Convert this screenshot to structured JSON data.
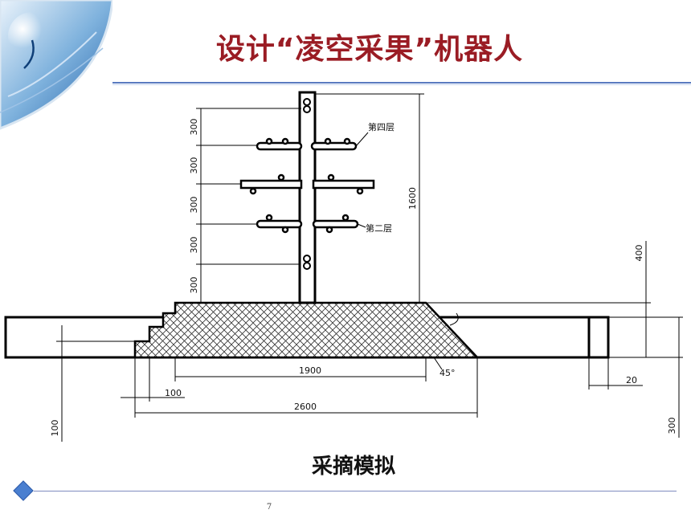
{
  "slide": {
    "title": "设计“凌空采果”机器人",
    "caption": "采摘模拟",
    "page_number": "7"
  },
  "drawing": {
    "layer_labels": {
      "fourth": "第四层",
      "second": "第二层"
    },
    "dimensions": {
      "spacing_1": "300",
      "spacing_2": "300",
      "spacing_3": "300",
      "spacing_4": "300",
      "spacing_5": "300",
      "pole_height": "1600",
      "right_height": "400",
      "base_width": "1900",
      "slope_angle": "45°",
      "step_offset": "100",
      "right_offset": "20",
      "overall_width": "2600",
      "left_height": "100",
      "bottom_right_height": "300"
    }
  },
  "colors": {
    "title": "#9a1c24",
    "rule": "#5a7bc0",
    "accent": "#4a7fd0"
  }
}
